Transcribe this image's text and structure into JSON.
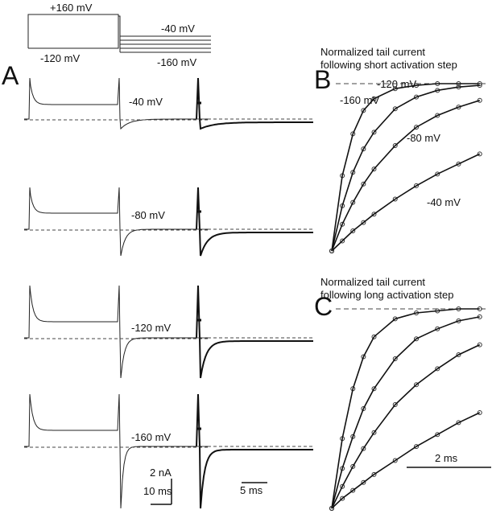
{
  "panel_labels": {
    "a": "A",
    "b": "B",
    "c": "C"
  },
  "protocol": {
    "hold": "-120 mV",
    "step": "+160 mV",
    "tail_top": "-40 mV",
    "tail_bottom": "-160 mV"
  },
  "traces_a": {
    "rows": [
      "-40 mV",
      "-80 mV",
      "-120 mV",
      "-160 mV"
    ]
  },
  "scale_bars": {
    "current": "2 nA",
    "time_left": "10 ms",
    "time_right": "5 ms",
    "time_bc": "2 ms"
  },
  "chart_data": [
    {
      "type": "line",
      "title": "Normalized tail current following short activation step",
      "xlabel": "",
      "ylabel": "",
      "ylim": [
        0,
        1
      ],
      "x": [
        0,
        0.25,
        0.5,
        0.75,
        1,
        1.5,
        2,
        2.5,
        3,
        3.5
      ],
      "series": [
        {
          "name": "-160 mV",
          "values": [
            0,
            0.45,
            0.7,
            0.84,
            0.91,
            0.97,
            0.99,
            1,
            1,
            1
          ]
        },
        {
          "name": "-120 mV",
          "values": [
            0,
            0.27,
            0.47,
            0.61,
            0.71,
            0.85,
            0.92,
            0.96,
            0.98,
            0.99
          ]
        },
        {
          "name": "-80 mV",
          "values": [
            0,
            0.16,
            0.29,
            0.4,
            0.49,
            0.63,
            0.74,
            0.81,
            0.86,
            0.9
          ]
        },
        {
          "name": "-40 mV",
          "values": [
            0,
            0.06,
            0.12,
            0.17,
            0.22,
            0.31,
            0.39,
            0.46,
            0.52,
            0.58
          ]
        }
      ]
    },
    {
      "type": "line",
      "title": "Normalized tail current following long activation step",
      "xlabel": "",
      "ylabel": "",
      "ylim": [
        0,
        1
      ],
      "x": [
        0,
        0.25,
        0.5,
        0.75,
        1,
        1.5,
        2,
        2.5,
        3,
        3.5
      ],
      "series": [
        {
          "values": [
            0,
            0.35,
            0.6,
            0.76,
            0.86,
            0.95,
            0.98,
            0.99,
            1,
            1
          ]
        },
        {
          "values": [
            0,
            0.2,
            0.36,
            0.5,
            0.6,
            0.75,
            0.85,
            0.9,
            0.94,
            0.96
          ]
        },
        {
          "values": [
            0,
            0.11,
            0.21,
            0.3,
            0.38,
            0.52,
            0.62,
            0.7,
            0.77,
            0.82
          ]
        },
        {
          "values": [
            0,
            0.05,
            0.09,
            0.13,
            0.17,
            0.24,
            0.31,
            0.37,
            0.43,
            0.48
          ]
        }
      ]
    }
  ]
}
